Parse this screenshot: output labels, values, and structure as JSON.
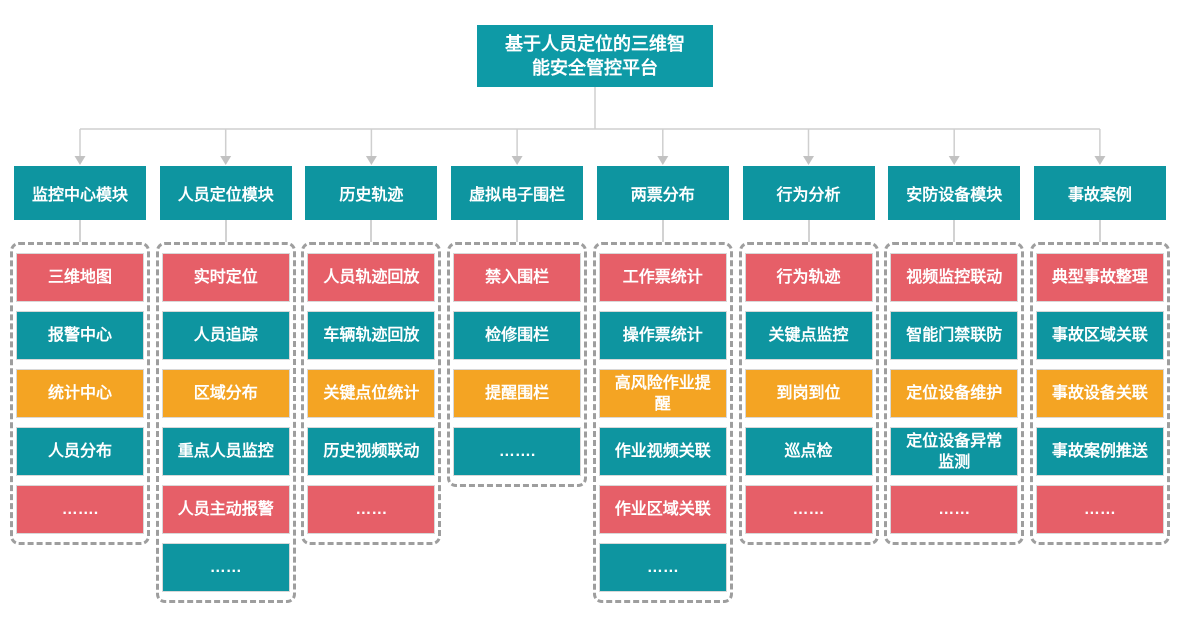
{
  "title": "基于人员定位的三维智能安全管控平台",
  "colors": {
    "title_bg": "#0E9AA6",
    "module_teal": "#0E95A0",
    "item_red": "#E65F68",
    "item_orange": "#F4A423",
    "text": "#FFFFFF",
    "dashed_border": "#9E9E9E",
    "connector": "#CFCFCF",
    "connector_arrow": "#C2C2C2"
  },
  "modules": [
    {
      "name": "监控中心模块",
      "items": [
        {
          "label": "三维地图",
          "color": "red"
        },
        {
          "label": "报警中心",
          "color": "teal"
        },
        {
          "label": "统计中心",
          "color": "orange"
        },
        {
          "label": "人员分布",
          "color": "teal"
        },
        {
          "label": "…….",
          "color": "red"
        }
      ]
    },
    {
      "name": "人员定位模块",
      "items": [
        {
          "label": "实时定位",
          "color": "red"
        },
        {
          "label": "人员追踪",
          "color": "teal"
        },
        {
          "label": "区域分布",
          "color": "orange"
        },
        {
          "label": "重点人员监控",
          "color": "teal"
        },
        {
          "label": "人员主动报警",
          "color": "red"
        },
        {
          "label": "……",
          "color": "teal"
        }
      ]
    },
    {
      "name": "历史轨迹",
      "items": [
        {
          "label": "人员轨迹回放",
          "color": "red"
        },
        {
          "label": "车辆轨迹回放",
          "color": "teal"
        },
        {
          "label": "关键点位统计",
          "color": "orange"
        },
        {
          "label": "历史视频联动",
          "color": "teal"
        },
        {
          "label": "……",
          "color": "red"
        }
      ]
    },
    {
      "name": "虚拟电子围栏",
      "items": [
        {
          "label": "禁入围栏",
          "color": "red"
        },
        {
          "label": "检修围栏",
          "color": "teal"
        },
        {
          "label": "提醒围栏",
          "color": "orange"
        },
        {
          "label": "…….",
          "color": "teal"
        }
      ]
    },
    {
      "name": "两票分布",
      "items": [
        {
          "label": "工作票统计",
          "color": "red"
        },
        {
          "label": "操作票统计",
          "color": "teal"
        },
        {
          "label": "高风险作业提醒",
          "color": "orange"
        },
        {
          "label": "作业视频关联",
          "color": "teal"
        },
        {
          "label": "作业区域关联",
          "color": "red"
        },
        {
          "label": "……",
          "color": "teal"
        }
      ]
    },
    {
      "name": "行为分析",
      "items": [
        {
          "label": "行为轨迹",
          "color": "red"
        },
        {
          "label": "关键点监控",
          "color": "teal"
        },
        {
          "label": "到岗到位",
          "color": "orange"
        },
        {
          "label": "巡点检",
          "color": "teal"
        },
        {
          "label": "……",
          "color": "red"
        }
      ]
    },
    {
      "name": "安防设备模块",
      "items": [
        {
          "label": "视频监控联动",
          "color": "red"
        },
        {
          "label": "智能门禁联防",
          "color": "teal"
        },
        {
          "label": "定位设备维护",
          "color": "orange"
        },
        {
          "label": "定位设备异常监测",
          "color": "teal"
        },
        {
          "label": "……",
          "color": "red"
        }
      ]
    },
    {
      "name": "事故案例",
      "items": [
        {
          "label": "典型事故整理",
          "color": "red"
        },
        {
          "label": "事故区域关联",
          "color": "teal"
        },
        {
          "label": "事故设备关联",
          "color": "orange"
        },
        {
          "label": "事故案例推送",
          "color": "teal"
        },
        {
          "label": "……",
          "color": "red"
        }
      ]
    }
  ]
}
